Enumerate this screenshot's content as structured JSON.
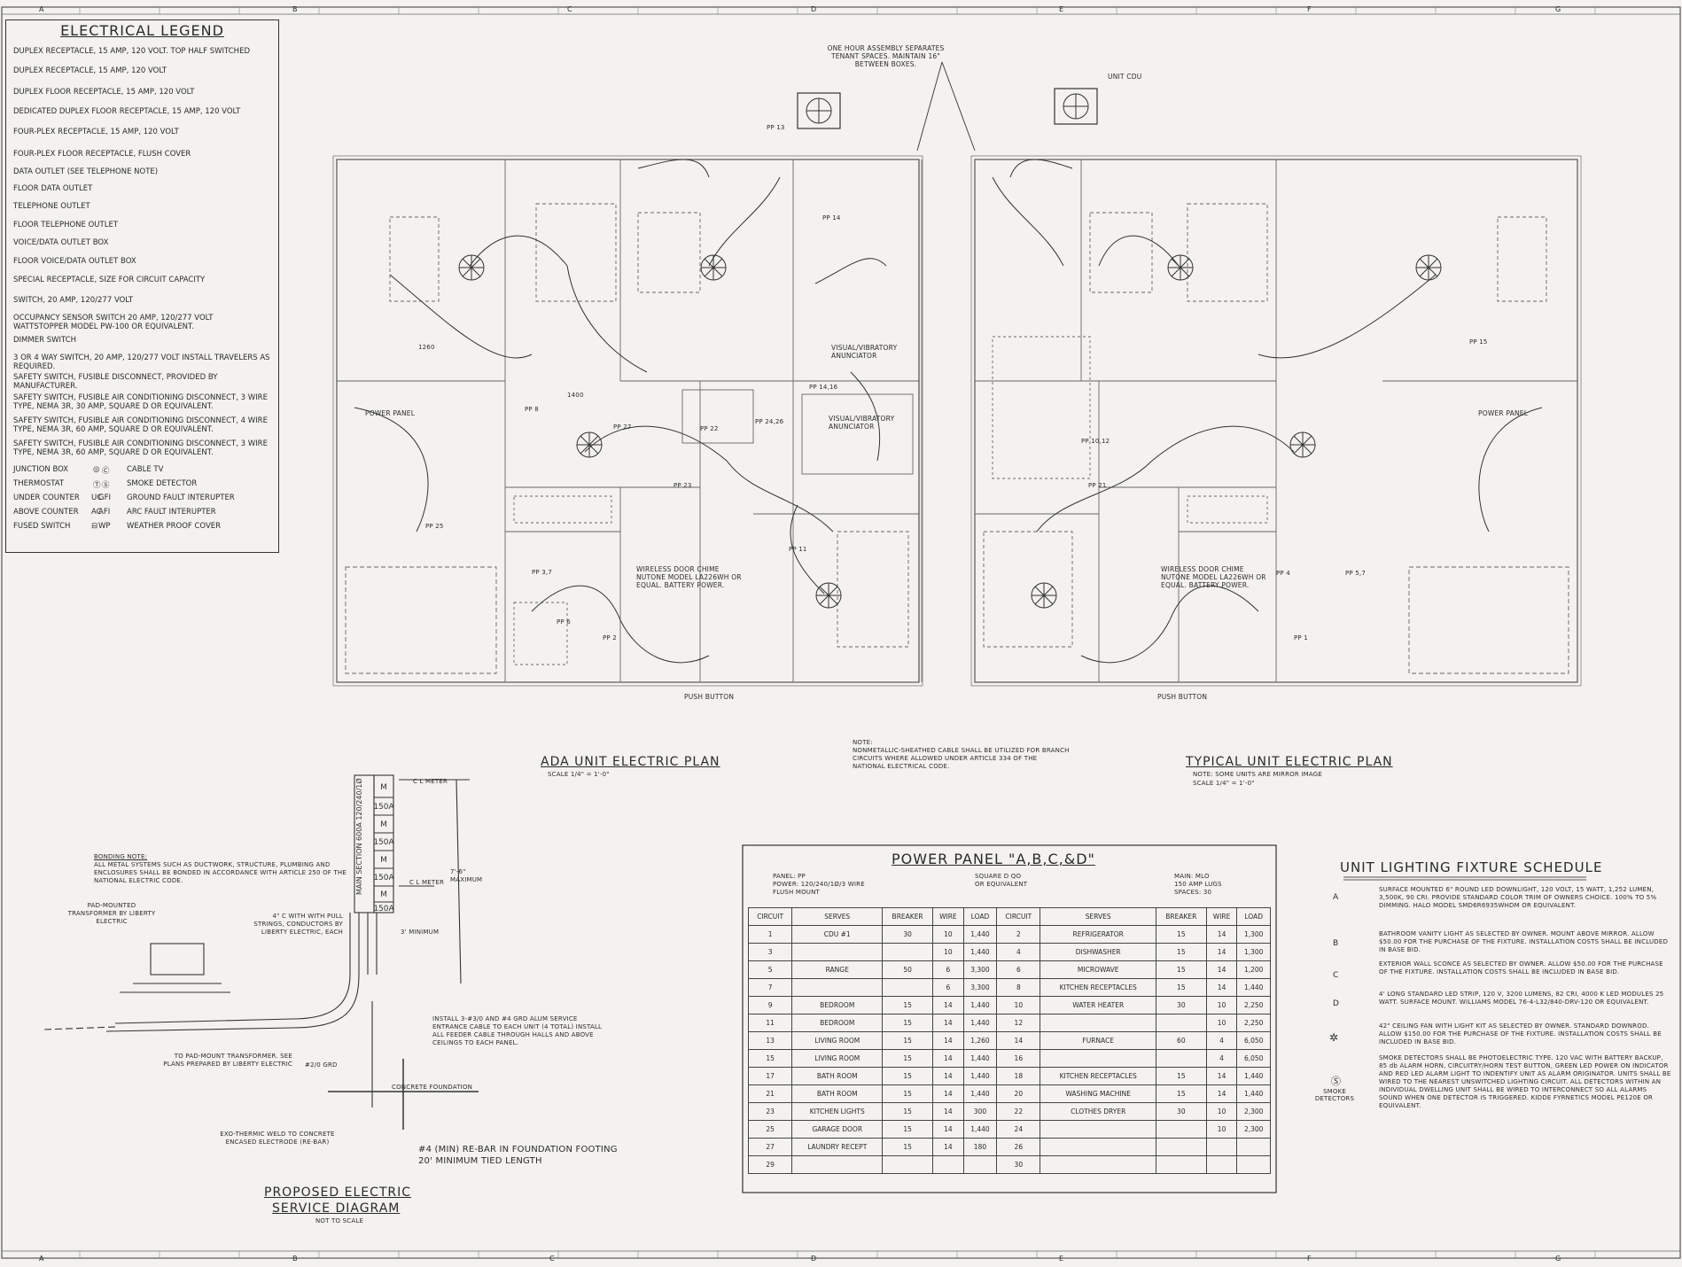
{
  "legend": {
    "title": "ELECTRICAL LEGEND",
    "items": [
      "DUPLEX RECEPTACLE, 15 AMP, 120 VOLT. TOP HALF SWITCHED",
      "DUPLEX RECEPTACLE, 15 AMP, 120 VOLT",
      "DUPLEX FLOOR RECEPTACLE, 15 AMP, 120 VOLT",
      "DEDICATED DUPLEX FLOOR RECEPTACLE, 15 AMP, 120 VOLT",
      "FOUR-PLEX RECEPTACLE, 15 AMP, 120 VOLT",
      "FOUR-PLEX FLOOR RECEPTACLE, FLUSH COVER",
      "DATA OUTLET (SEE TELEPHONE NOTE)",
      "FLOOR DATA OUTLET",
      "TELEPHONE OUTLET",
      "FLOOR TELEPHONE OUTLET",
      "VOICE/DATA OUTLET BOX",
      "FLOOR VOICE/DATA OUTLET BOX",
      "SPECIAL RECEPTACLE, SIZE FOR CIRCUIT CAPACITY",
      "SWITCH, 20 AMP, 120/277 VOLT",
      "OCCUPANCY SENSOR SWITCH 20 AMP, 120/277 VOLT WATTSTOPPER MODEL PW-100 OR EQUIVALENT.",
      "DIMMER SWITCH",
      "3 OR 4 WAY SWITCH, 20 AMP, 120/277 VOLT INSTALL TRAVELERS AS REQUIRED.",
      "SAFETY SWITCH, FUSIBLE DISCONNECT, PROVIDED BY MANUFACTURER.",
      "SAFETY SWITCH, FUSIBLE AIR CONDITIONING DISCONNECT, 3 WIRE TYPE, NEMA 3R, 30 AMP, SQUARE D OR EQUIVALENT.",
      "SAFETY SWITCH, FUSIBLE AIR CONDITIONING DISCONNECT, 4 WIRE TYPE, NEMA 3R, 60 AMP, SQUARE D OR EQUIVALENT.",
      "SAFETY SWITCH, FUSIBLE AIR CONDITIONING DISCONNECT, 3 WIRE TYPE, NEMA 3R, 60 AMP, SQUARE D OR EQUIVALENT."
    ],
    "abbrev_left": [
      "JUNCTION BOX",
      "THERMOSTAT",
      "UNDER COUNTER",
      "ABOVE COUNTER",
      "FUSED SWITCH"
    ],
    "abbrev_codes": [
      "UC",
      "AC"
    ],
    "abbrev_right_codes": [
      "GFI",
      "AFI",
      "WP"
    ],
    "abbrev_right": [
      "CABLE TV",
      "SMOKE DETECTOR",
      "GROUND FAULT INTERUPTER",
      "ARC FAULT INTERUPTER",
      "WEATHER PROOF COVER"
    ]
  },
  "grid": {
    "columns": [
      "A",
      "B",
      "C",
      "D",
      "E",
      "F",
      "G"
    ]
  },
  "plans": {
    "ada_title": "ADA UNIT ELECTRIC PLAN",
    "ada_scale": "SCALE 1/4\" = 1'-0\"",
    "typical_title": "TYPICAL UNIT ELECTRIC PLAN",
    "typical_note": "NOTE: SOME UNITS ARE MIRROR IMAGE",
    "typical_scale": "SCALE 1/4\" = 1'-0\"",
    "center_note_title": "NOTE:",
    "center_note": "NONMETALLIC-SHEATHED CABLE SHALL BE UTILIZED FOR BRANCH CIRCUITS WHERE ALLOWED UNDER ARTICLE 334 OF THE NATIONAL ELECTRICAL CODE.",
    "one_hour": "ONE HOUR ASSEMBLY SEPARATES TENANT SPACES. MAINTAIN 16\" BETWEEN BOXES.",
    "unit_cdu": "UNIT CDU",
    "power_panel": "POWER PANEL",
    "push_button": "PUSH BUTTON",
    "visual_annunciator": "VISUAL/VIBRATORY ANUNCIATOR",
    "door_chime": "WIRELESS DOOR CHIME NUTONE MODEL LA226WH OR EQUAL. BATTERY POWER.",
    "labels": [
      "PP 13",
      "PP 14",
      "PP 8",
      "PP 25",
      "PP 27",
      "PP 22",
      "PP 24,26",
      "PP 14,16",
      "PP 10,12",
      "PP 21",
      "PP 23",
      "PP 3,7",
      "PP 6",
      "PP 2",
      "PP 11",
      "PP 4",
      "PP 1",
      "PP 15",
      "PP 5,7",
      "1260",
      "1400"
    ]
  },
  "service": {
    "title1": "PROPOSED ELECTRIC",
    "title2": "SERVICE DIAGRAM",
    "subtitle": "NOT TO SCALE",
    "bonding_title": "BONDING NOTE:",
    "bonding": "ALL METAL SYSTEMS SUCH AS DUCTWORK, STRUCTURE, PLUMBING AND ENCLOSURES SHALL BE BONDED IN ACCORDANCE WITH ARTICLE 250 OF THE NATIONAL ELECTRIC CODE.",
    "transformer": "PAD-MOUNTED TRANSFORMER BY LIBERTY ELECTRIC",
    "conduit": "4\" C WITH WITH PULL STRINGS, CONDUCTORS BY LIBERTY ELECTRIC, EACH",
    "to_pad": "TO PAD-MOUNT TRANSFORMER. SEE PLANS PREPARED BY LIBERTY ELECTRIC",
    "ground": "#2/0 GRD",
    "install": "INSTALL 3-#3/0 AND #4 GRD ALUM SERVICE ENTRANCE CABLE TO EACH UNIT (4 TOTAL) INSTALL ALL FEEDER CABLE THROUGH HALLS AND ABOVE CEILINGS TO EACH PANEL.",
    "concrete": "CONCRETE FOUNDATION",
    "exo": "EXO-THERMIC WELD TO CONCRETE ENCASED ELECTRODE (RE-BAR)",
    "rebar1": "#4 (MIN) RE-BAR IN FOUNDATION FOOTING",
    "rebar2": "20' MINIMUM TIED LENGTH",
    "main_section": "MAIN SECTION 600A 120/240/1Ø",
    "cl_meter1": "C L METER",
    "cl_meter2": "C L METER",
    "height": "7'-6\" MAXIMUM",
    "minimum": "3' MINIMUM",
    "meter_blocks": [
      "M",
      "150A",
      "M",
      "150A",
      "M",
      "150A",
      "M",
      "150A"
    ]
  },
  "panel": {
    "title": "POWER PANEL \"A,B,C,&D\"",
    "info_left": [
      "PANEL: PP",
      "POWER: 120/240/1Ø/3 WIRE",
      "FLUSH MOUNT"
    ],
    "info_mid": [
      "SQUARE D QO",
      "OR EQUIVALENT"
    ],
    "info_right": [
      "MAIN: MLO",
      "150 AMP LUGS",
      "SPACES: 30"
    ],
    "headers": [
      "CIRCUIT",
      "SERVES",
      "BREAKER",
      "WIRE",
      "LOAD",
      "CIRCUIT",
      "SERVES",
      "BREAKER",
      "WIRE",
      "LOAD"
    ],
    "rows": [
      [
        "1",
        "CDU #1",
        "30",
        "10",
        "1,440",
        "2",
        "REFRIGERATOR",
        "15",
        "14",
        "1,300"
      ],
      [
        "3",
        "",
        "",
        "10",
        "1,440",
        "4",
        "DISHWASHER",
        "15",
        "14",
        "1,300"
      ],
      [
        "5",
        "RANGE",
        "50",
        "6",
        "3,300",
        "6",
        "MICROWAVE",
        "15",
        "14",
        "1,200"
      ],
      [
        "7",
        "",
        "",
        "6",
        "3,300",
        "8",
        "KITCHEN RECEPTACLES",
        "15",
        "14",
        "1,440"
      ],
      [
        "9",
        "BEDROOM",
        "15",
        "14",
        "1,440",
        "10",
        "WATER HEATER",
        "30",
        "10",
        "2,250"
      ],
      [
        "11",
        "BEDROOM",
        "15",
        "14",
        "1,440",
        "12",
        "",
        "",
        "10",
        "2,250"
      ],
      [
        "13",
        "LIVING ROOM",
        "15",
        "14",
        "1,260",
        "14",
        "FURNACE",
        "60",
        "4",
        "6,050"
      ],
      [
        "15",
        "LIVING ROOM",
        "15",
        "14",
        "1,440",
        "16",
        "",
        "",
        "4",
        "6,050"
      ],
      [
        "17",
        "BATH ROOM",
        "15",
        "14",
        "1,440",
        "18",
        "KITCHEN RECEPTACLES",
        "15",
        "14",
        "1,440"
      ],
      [
        "21",
        "BATH ROOM",
        "15",
        "14",
        "1,440",
        "20",
        "WASHING MACHINE",
        "15",
        "14",
        "1,440"
      ],
      [
        "23",
        "KITCHEN LIGHTS",
        "15",
        "14",
        "300",
        "22",
        "CLOTHES DRYER",
        "30",
        "10",
        "2,300"
      ],
      [
        "25",
        "GARAGE DOOR",
        "15",
        "14",
        "1,440",
        "24",
        "",
        "",
        "10",
        "2,300"
      ],
      [
        "27",
        "LAUNDRY RECEPT",
        "15",
        "14",
        "180",
        "26",
        "",
        "",
        "",
        ""
      ],
      [
        "29",
        "",
        "",
        "",
        "",
        "30",
        "",
        "",
        "",
        ""
      ]
    ]
  },
  "lighting": {
    "title": "UNIT LIGHTING FIXTURE SCHEDULE",
    "symbols": [
      "A",
      "B",
      "C",
      "D",
      "",
      "SMOKE DETECTORS"
    ],
    "items": [
      "SURFACE MOUNTED 6\" ROUND LED DOWNLIGHT, 120 VOLT, 15 WATT, 1,252 LUMEN, 3,500K, 90 CRI. PROVIDE STANDARD COLOR TRIM OF OWNERS CHOICE. 100% TO 5% DIMMING. HALO MODEL SMD6R6935WHDM OR EQUIVALENT.",
      "BATHROOM VANITY LIGHT AS SELECTED BY OWNER. MOUNT ABOVE MIRROR. ALLOW $50.00 FOR THE PURCHASE OF THE FIXTURE. INSTALLATION COSTS SHALL BE INCLUDED IN BASE BID.",
      "EXTERIOR WALL SCONCE AS SELECTED BY OWNER. ALLOW $50.00 FOR THE PURCHASE OF THE FIXTURE. INSTALLATION COSTS SHALL BE INCLUDED IN BASE BID.",
      "4' LONG STANDARD LED STRIP, 120 V, 3200 LUMENS, 82 CRI, 4000 K LED MODULES 25 WATT. SURFACE MOUNT. WILLIAMS MODEL 76-4-L32/840-DRV-120 OR EQUIVALENT.",
      "42\" CEILING FAN WITH LIGHT KIT AS SELECTED BY OWNER. STANDARD DOWNROD. ALLOW $150.00 FOR THE PURCHASE OF THE FIXTURE. INSTALLATION COSTS SHALL BE INCLUDED IN BASE BID.",
      "SMOKE DETECTORS SHALL BE PHOTOELECTRIC TYPE. 120 VAC WITH BATTERY BACKUP, 85 db ALARM HORN, CIRCUITRY/HORN TEST BUTTON, GREEN LED POWER ON INDICATOR AND RED LED ALARM LIGHT TO INDENTIFY UNIT AS ALARM ORIGINATOR. UNITS SHALL BE WIRED TO THE NEAREST UNSWITCHED LIGHTING CIRCUIT. ALL DETECTORS WITHIN AN INDIVIDUAL DWELLING UNIT SHALL BE WIRED TO INTERCONNECT SO ALL ALARMS SOUND WHEN ONE DETECTOR IS TRIGGERED. KIDDE FYRNETICS MODEL PE120E OR EQUIVALENT."
    ]
  }
}
